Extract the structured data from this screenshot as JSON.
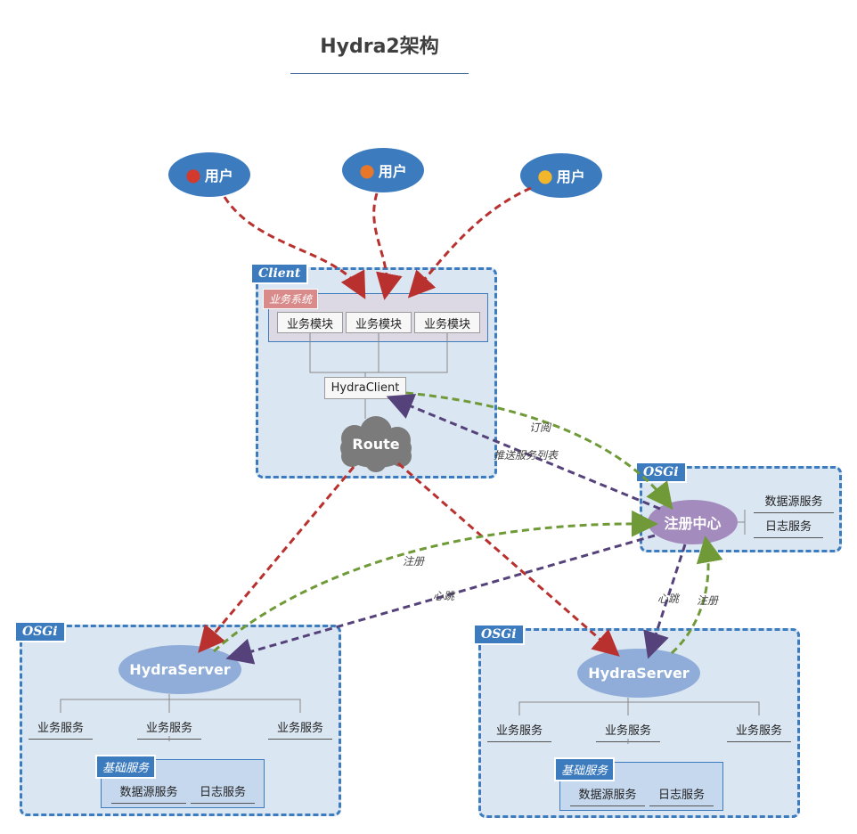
{
  "title": "Hydra2架构",
  "users": [
    {
      "label": "用户",
      "icon": "user-red-icon",
      "color": "#d23a2e"
    },
    {
      "label": "用户",
      "icon": "user-orange-icon",
      "color": "#e8772a"
    },
    {
      "label": "用户",
      "icon": "user-yellow-icon",
      "color": "#f1b62c"
    }
  ],
  "client": {
    "tag": "Client",
    "business_system": "业务系统",
    "modules": [
      "业务模块",
      "业务模块",
      "业务模块"
    ],
    "hydra_client": "HydraClient",
    "route": "Route"
  },
  "registry": {
    "tag": "OSGi",
    "center": "注册中心",
    "services": [
      "数据源服务",
      "日志服务"
    ]
  },
  "server_left": {
    "tag": "OSGi",
    "name": "HydraServer",
    "services": [
      "业务服务",
      "业务服务",
      "业务服务"
    ],
    "base_tag": "基础服务",
    "base_services": [
      "数据源服务",
      "日志服务"
    ]
  },
  "server_right": {
    "tag": "OSGi",
    "name": "HydraServer",
    "services": [
      "业务服务",
      "业务服务",
      "业务服务"
    ],
    "base_tag": "基础服务",
    "base_services": [
      "数据源服务",
      "日志服务"
    ]
  },
  "edge_labels": {
    "subscribe": "订阅",
    "push_list": "推送服务列表",
    "register_left": "注册",
    "heartbeat_left": "心跳",
    "heartbeat_right": "心跳",
    "register_right": "注册"
  },
  "colors": {
    "request": "#b8312f",
    "subscribe": "#6f9a37",
    "push": "#56427a",
    "panel": "#3d7bbf",
    "registry_center": "#a48bbd",
    "server": "#8fadd8"
  }
}
